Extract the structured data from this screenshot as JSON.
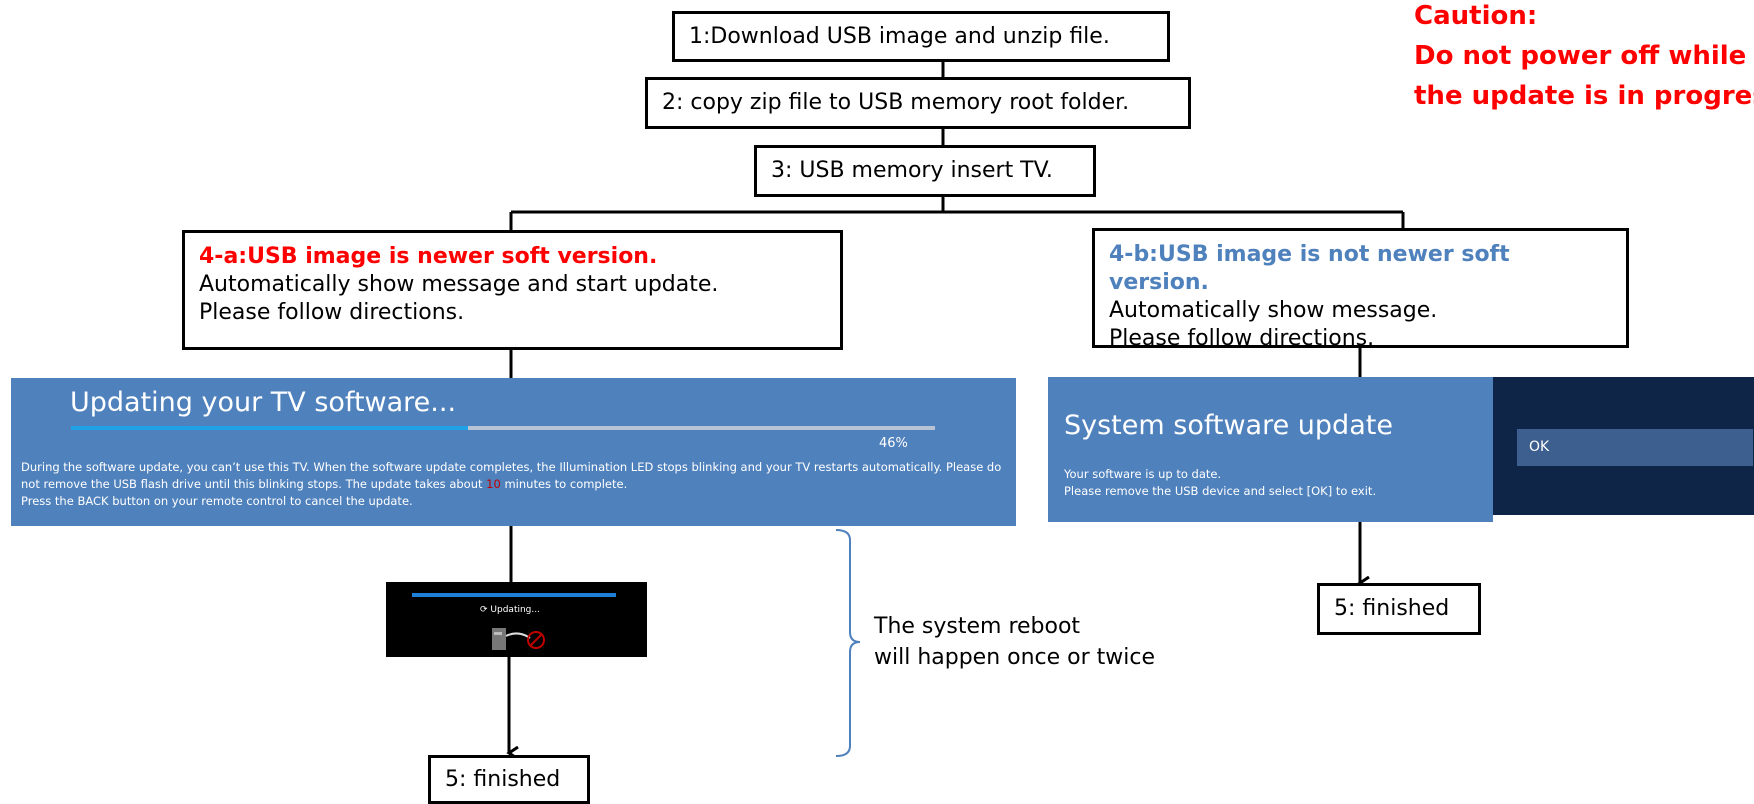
{
  "caution": {
    "lines": [
      "Caution:",
      "Do not power off while",
      "the update is in progress."
    ]
  },
  "steps": {
    "step1": "1:Download USB image and unzip file.",
    "step2": "2: copy zip file to USB memory root folder.",
    "step3": "3: USB memory insert TV.",
    "step5_left": "5: finished",
    "step5_right": "5: finished"
  },
  "branch_a": {
    "title": "4-a:USB image is newer soft version.",
    "line1": "Automatically show message and start update.",
    "line2": "Please follow directions."
  },
  "branch_b": {
    "title": "4-b:USB image is not newer soft version.",
    "line1": "Automatically show message.",
    "line2": "Please follow directions."
  },
  "update_screen": {
    "title": "Updating your TV software...",
    "progress_fraction": 0.46,
    "progress_label": "46%",
    "desc_line1": "During the software update, you can’t use this TV. When the software update completes, the Illumination LED stops blinking and your TV restarts automatically.  Please do",
    "desc_line2_pre": "not remove the USB flash drive until this blinking stops. The update takes about ",
    "desc_minutes": "10",
    "desc_line2_post": " minutes to complete.",
    "desc_line3": "Press the BACK button on your remote control to cancel the update."
  },
  "mini_screen": {
    "label": "Updating..."
  },
  "system_screen": {
    "title": "System software update",
    "line1": "Your software is up to date.",
    "line2": "Please remove the USB device and select [OK] to exit.",
    "ok_label": "OK"
  },
  "reboot_note": {
    "line1": "The system reboot",
    "line2": "will happen once or twice"
  },
  "colors": {
    "caution": "#ff0000",
    "branch_b_title": "#4f81bd",
    "panel_blue": "#4f81bd",
    "panel_dark": "#0f2547",
    "progress": "#1fa3e6",
    "bracket": "#4f81bd",
    "minutes_highlight": "#c00000"
  }
}
